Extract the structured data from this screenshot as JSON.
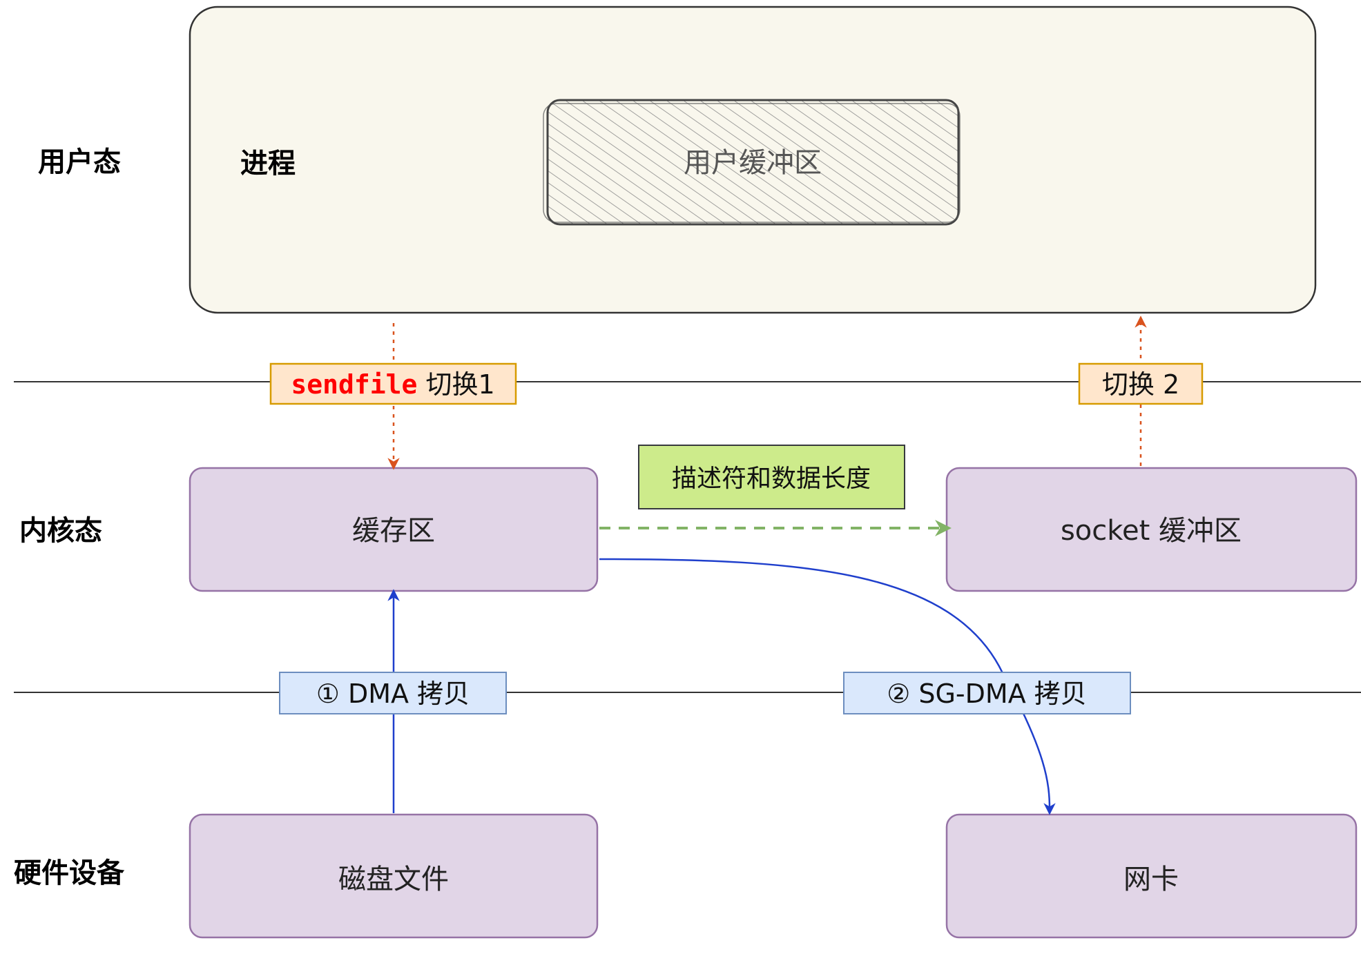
{
  "layers": {
    "user": "用户态",
    "kernel": "内核态",
    "hardware": "硬件设备"
  },
  "process": {
    "title": "进程",
    "buffer": "用户缓冲区"
  },
  "kernel": {
    "cache": "缓存区",
    "socket": "socket 缓冲区"
  },
  "hardware": {
    "disk": "磁盘文件",
    "nic": "网卡"
  },
  "tags": {
    "switch1_keyword": "sendfile",
    "switch1_rest": " 切换1",
    "switch2": "切换 2",
    "descriptor": "描述符和数据长度",
    "dma": "① DMA 拷贝",
    "sgdma": "② SG-DMA 拷贝"
  },
  "colors": {
    "layer_line": "#333333",
    "process_fill": "#f9f7ed",
    "box_fill": "#e1d5e7",
    "box_stroke": "#9673a6",
    "switch_fill": "#ffe6cc",
    "switch_stroke": "#d79b00",
    "switch_keyword": "#ff0000",
    "switch_arrow": "#d9531e",
    "desc_fill": "#cdeb8b",
    "desc_stroke": "#36393d",
    "desc_arrow": "#82b366",
    "dma_fill": "#dae8fc",
    "dma_stroke": "#6c8ebf",
    "dma_arrow": "#1f3fcc"
  }
}
